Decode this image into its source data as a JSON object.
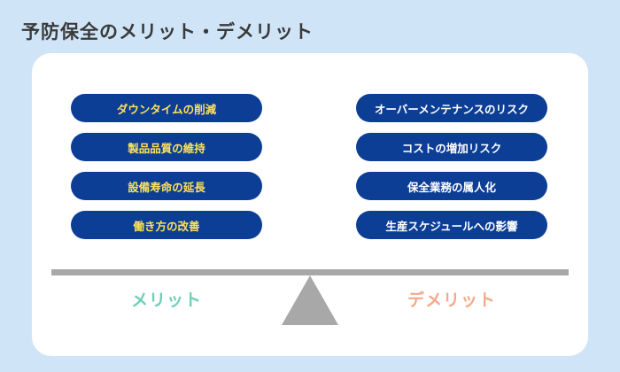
{
  "title": "予防保全のメリット・デメリット",
  "merits": {
    "label": "メリット",
    "items": [
      {
        "label": "ダウンタイムの削減"
      },
      {
        "label": "製品品質の維持"
      },
      {
        "label": "設備寿命の延長"
      },
      {
        "label": "働き方の改善"
      }
    ]
  },
  "demerits": {
    "label": "デメリット",
    "items": [
      {
        "label": "オーバーメンテナンスのリスク"
      },
      {
        "label": "コストの増加リスク"
      },
      {
        "label": "保全業務の属人化"
      },
      {
        "label": "生産スケジュールへの影響"
      }
    ]
  },
  "colors": {
    "background": "#cfe5f7",
    "pill": "#0c3e96",
    "merit_text": "#ffe15a",
    "demerit_text": "#ffffff",
    "merit_label": "#6fcfb7",
    "demerit_label": "#f3a98a",
    "scale": "#a8a8a8"
  }
}
